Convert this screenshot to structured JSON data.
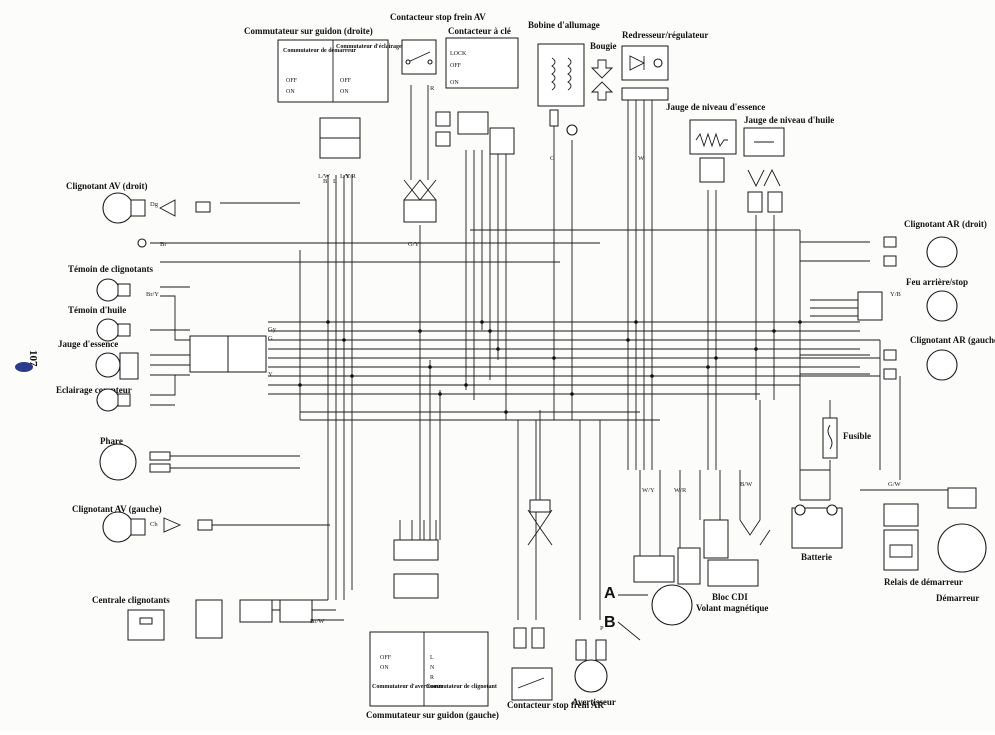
{
  "page_number": "107",
  "colors": {
    "ink": "#1a1a1a",
    "paper": "#fcfcfb",
    "tab": "#2b3a8c"
  },
  "labels": {
    "handlebar_switch_right": "Commutateur sur guidon (droite)",
    "starter_switch": "Commutateur de démarreur",
    "lighting_switch": "Commutateur d'éclairage",
    "front_brake_switch": "Contacteur stop frein AV",
    "ignition_switch": "Contacteur à clé",
    "ignition_coil": "Bobine d'allumage",
    "spark_plug": "Bougie",
    "rectifier": "Redresseur/régulateur",
    "fuel_gauge_sender": "Jauge de niveau d'essence",
    "oil_gauge_sender": "Jauge de niveau d'huile",
    "turn_front_right": "Clignotant AV (droit)",
    "turn_indicator": "Témoin de clignotants",
    "oil_indicator": "Témoin d'huile",
    "fuel_gauge": "Jauge d'essence",
    "meter_light": "Eclairage compteur",
    "headlight": "Phare",
    "turn_front_left": "Clignotant AV (gauche)",
    "flasher_relay": "Centrale clignotants",
    "turn_rear_right": "Clignotant AR (droit)",
    "tail_stop": "Feu arrière/stop",
    "turn_rear_left": "Clignotant AR (gauche)",
    "fuse": "Fusible",
    "battery": "Batterie",
    "starter_relay": "Relais de démarreur",
    "starter_motor": "Démarreur",
    "cdi": "Bloc CDI",
    "magneto": "Volant magnétique",
    "horn": "Avertisseur",
    "rear_brake_switch": "Contacteur stop frein AR",
    "handlebar_switch_left": "Commutateur sur guidon (gauche)",
    "horn_switch": "Commutateur d'avertisseur",
    "turn_switch": "Commutateur de clignotant",
    "marker_a": "A",
    "marker_b": "B"
  },
  "switch_states": {
    "starter": [
      "OFF",
      "ON"
    ],
    "lighting": [
      "OFF",
      "ON"
    ],
    "ignition": [
      "LOCK",
      "OFF",
      "ON"
    ],
    "horn": [
      "OFF",
      "ON"
    ],
    "turn": [
      "L",
      "N",
      "R"
    ]
  },
  "wire_codes": [
    "B",
    "L",
    "L/W",
    "Y/R",
    "R",
    "Br",
    "G",
    "Gy",
    "Dg",
    "Ch",
    "Y",
    "P",
    "O",
    "W",
    "Br/Y",
    "Br/W",
    "G/Y",
    "W/Y",
    "W/R",
    "B/W",
    "G/W",
    "Y/B",
    "L/Y"
  ]
}
